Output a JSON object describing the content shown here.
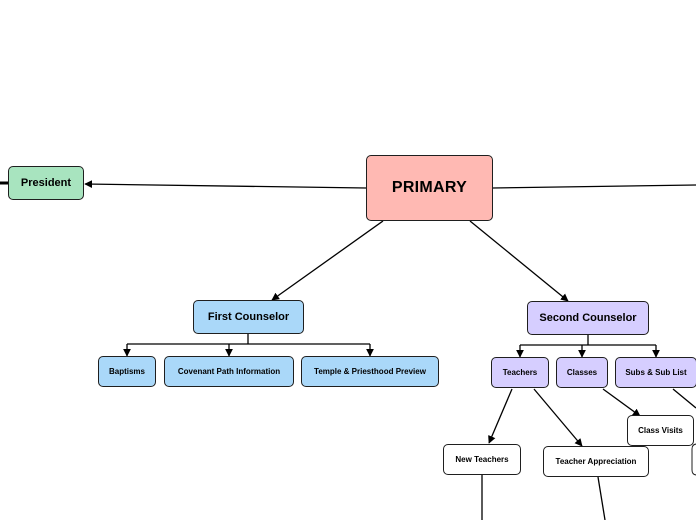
{
  "mindmap": {
    "root": {
      "label": "PRIMARY"
    },
    "president": {
      "label": "President"
    },
    "first_counselor": {
      "label": "First Counselor",
      "children": [
        {
          "label": "Baptisms"
        },
        {
          "label": "Covenant Path Information"
        },
        {
          "label": "Temple & Priesthood Preview"
        }
      ]
    },
    "second_counselor": {
      "label": "Second Counselor",
      "children": [
        {
          "label": "Teachers"
        },
        {
          "label": "Classes"
        },
        {
          "label": "Subs & Sub List"
        }
      ]
    },
    "teachers_children": [
      {
        "label": "New Teachers"
      },
      {
        "label": "Teacher Appreciation"
      }
    ],
    "classes_children": [
      {
        "label": "Class Visits"
      }
    ]
  },
  "colors": {
    "root": "#ffb9b3",
    "president": "#a8e4bf",
    "first_counselor": "#aad8f9",
    "second_counselor": "#d6ceff",
    "leaf": "#ffffff",
    "line": "#000000"
  }
}
